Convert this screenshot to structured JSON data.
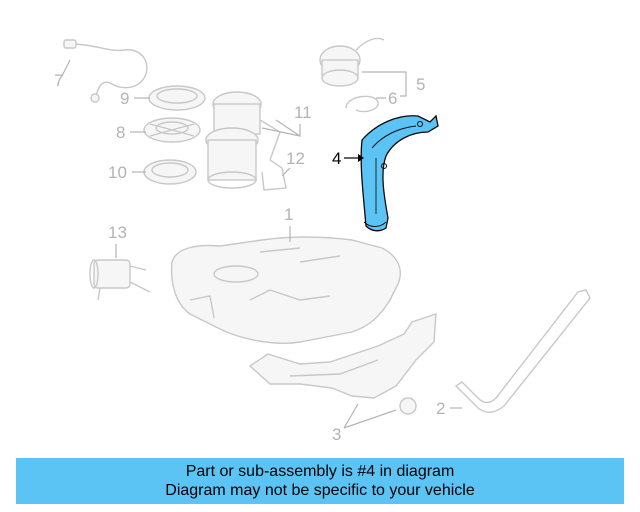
{
  "callouts": {
    "c1": "1",
    "c2": "2",
    "c3": "3",
    "c4": "4",
    "c5": "5",
    "c6": "6",
    "c7": "7",
    "c8": "8",
    "c9": "9",
    "c10": "10",
    "c11": "11",
    "c12": "12",
    "c13": "13"
  },
  "highlight_color": "#5bc4f5",
  "banner": {
    "line1": "Part or sub-assembly is #4 in diagram",
    "line2": "Diagram may not be specific to your vehicle"
  }
}
